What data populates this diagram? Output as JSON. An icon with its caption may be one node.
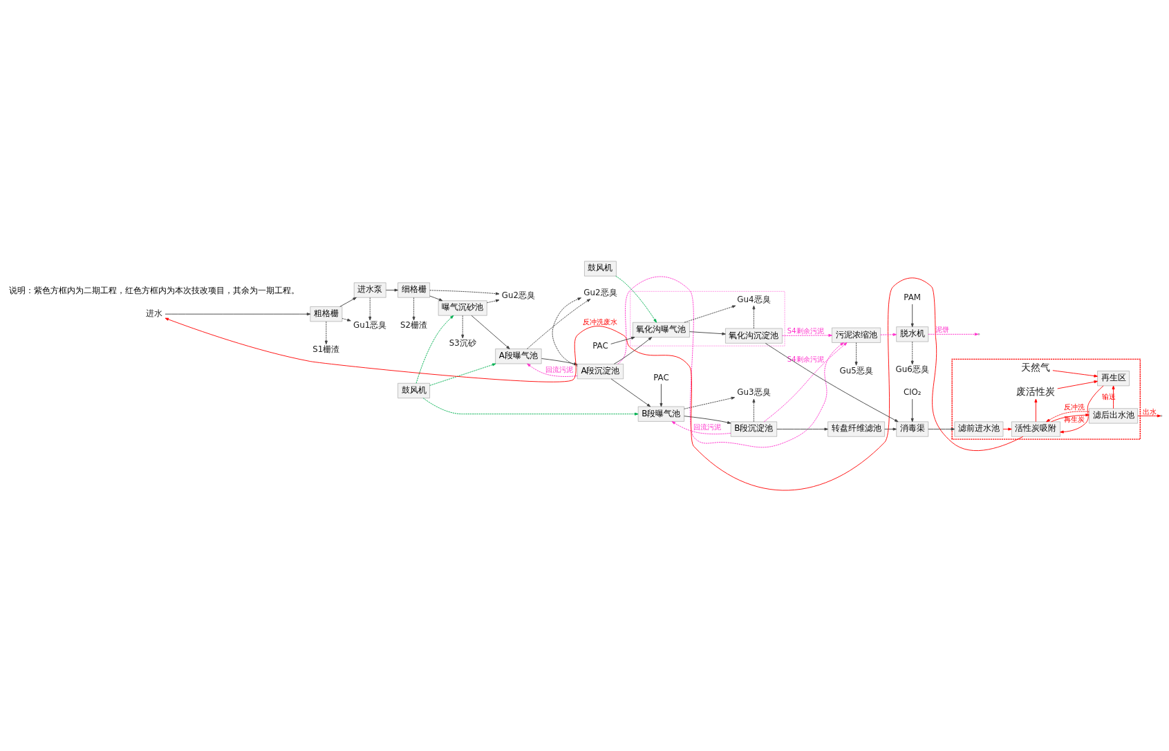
{
  "diagram": {
    "nodes": [
      {
        "text": [
          "进水"
        ]
      },
      {
        "text": [
          "粗格栅"
        ]
      },
      {
        "text": [
          "进水泵"
        ]
      },
      {
        "text": [
          "细格栅"
        ]
      },
      {
        "text": [
          "曝气沉砂池"
        ]
      },
      {
        "text": [
          "A段曝气池"
        ]
      },
      {
        "text": [
          "A段沉淀池"
        ]
      },
      {
        "text": [
          "B段曝气池"
        ]
      },
      {
        "text": [
          "B段沉淀池"
        ]
      },
      {
        "text": [
          "转盘纤维滤池"
        ]
      },
      {
        "text": [
          "消毒渠"
        ]
      },
      {
        "text": [
          "S1栅渣"
        ]
      },
      {
        "text": [
          "Gu1恶臭"
        ]
      },
      {
        "text": [
          "S2栅渣"
        ]
      },
      {
        "text": [
          "Gu2恶臭"
        ]
      },
      {
        "text": [
          "S3沉砂"
        ]
      },
      {
        "text": [
          "Gu2恶臭"
        ]
      },
      {
        "text": [
          "鼓风机"
        ]
      },
      {
        "text": [
          "PAC"
        ]
      },
      {
        "text": [
          "Gu3恶臭"
        ]
      },
      {
        "text": [
          "ClO₂"
        ]
      },
      {
        "text": [],
        "shape": "box"
      },
      {
        "text": [
          "天然气"
        ],
        "in": 21
      },
      {
        "text": [
          "再生区"
        ],
        "in": 21
      },
      {
        "text": [
          "废活性炭"
        ],
        "in": 21
      },
      {
        "text": [
          "滤前进水池"
        ],
        "in": 21
      },
      {
        "text": [
          "活性炭吸附"
        ],
        "in": 21
      },
      {
        "text": [
          "滤后出水池"
        ],
        "in": 21
      },
      {
        "text": [
          "Gu5恶臭"
        ]
      },
      {
        "text": [
          "污泥浓缩池"
        ]
      },
      {
        "text": [
          "PAM"
        ]
      },
      {
        "text": [
          "Gu6恶臭"
        ]
      },
      {
        "text": [
          "脱水机"
        ]
      },
      {
        "text": [],
        "shape": "box"
      },
      {
        "text": [
          "Gu4恶臭"
        ],
        "in": 33
      },
      {
        "text": [
          "氧化沟曝气池"
        ],
        "in": 33
      },
      {
        "text": [
          "氧化沟沉淀池"
        ],
        "in": 33
      },
      {
        "text": [
          "鼓风机"
        ]
      },
      {
        "text": [
          "PAC"
        ]
      }
    ],
    "edges": [
      {
        "from": 0,
        "to": 1,
        "arrow": "to"
      },
      {
        "from": 1,
        "to": 2,
        "arrow": "to"
      },
      {
        "from": 2,
        "to": 3,
        "arrow": "to"
      },
      {
        "from": 3,
        "to": 4,
        "arrow": "to"
      },
      {
        "from": 4,
        "to": 5,
        "arrow": "to"
      },
      {
        "from": 5,
        "to": 6,
        "arrow": "to"
      },
      {
        "from": 6,
        "to": 7,
        "arrow": "to"
      },
      {
        "from": 6,
        "to": 35,
        "arrow": "to"
      },
      {
        "from": 7,
        "to": 8,
        "arrow": "to"
      },
      {
        "from": 8,
        "to": 9,
        "arrow": "to"
      },
      {
        "from": 9,
        "to": 10,
        "arrow": "to"
      },
      {
        "from": 36,
        "to": 10,
        "arrow": "to"
      },
      {
        "from": 10,
        "to": 25,
        "arrow": "to"
      },
      {
        "from": 25,
        "to": 26,
        "arrow": "to",
        "color": "#ff0000"
      },
      {
        "from": 26,
        "to": 27,
        "arrow": "to",
        "color": "#ff0000"
      },
      {
        "from": 27,
        "to": null,
        "label": "出水",
        "arrow": "to",
        "color": "#ff0000"
      },
      {
        "from": 27,
        "to": 23,
        "label": "输送",
        "arrow": "to",
        "color": "#ff0000"
      },
      {
        "from": 23,
        "to": 26,
        "label": "再生炭",
        "arrow": "to",
        "color": "#ff0000"
      },
      {
        "from": 26,
        "to": 24,
        "arrow": "to",
        "color": "#ff0000"
      },
      {
        "from": 24,
        "to": 23,
        "arrow": "to",
        "color": "#ff0000"
      },
      {
        "from": 22,
        "to": 23,
        "arrow": "to",
        "color": "#ff0000"
      },
      {
        "from": 27,
        "to": 26,
        "label": "反冲洗",
        "arrow": "to",
        "style": "dashed",
        "color": "#ff0000"
      },
      {
        "from": 26,
        "to": 0,
        "label": "反冲洗废水",
        "arrow": "to",
        "color": "#ff0000"
      },
      {
        "from": 1,
        "to": 11,
        "arrow": "to",
        "style": "dashed"
      },
      {
        "from": 1,
        "to": 12,
        "arrow": "to",
        "style": "dashed"
      },
      {
        "from": 2,
        "to": 12,
        "arrow": "to",
        "style": "dashed"
      },
      {
        "from": 3,
        "to": 13,
        "arrow": "to",
        "style": "dashed"
      },
      {
        "from": 3,
        "to": 14,
        "arrow": "to",
        "style": "dashed"
      },
      {
        "from": 4,
        "to": 14,
        "arrow": "to",
        "style": "dashed"
      },
      {
        "from": 4,
        "to": 15,
        "arrow": "to",
        "style": "dashed"
      },
      {
        "from": 5,
        "to": 16,
        "arrow": "to",
        "style": "dashed"
      },
      {
        "from": 6,
        "to": 16,
        "arrow": "to",
        "style": "dashed"
      },
      {
        "from": 7,
        "to": 19,
        "arrow": "to",
        "style": "dashed"
      },
      {
        "from": 8,
        "to": 19,
        "arrow": "to",
        "style": "dashed"
      },
      {
        "from": 18,
        "to": 7,
        "arrow": "to"
      },
      {
        "from": 20,
        "to": 10,
        "arrow": "to"
      },
      {
        "from": 17,
        "to": 4,
        "arrow": "to",
        "style": "dashed",
        "color": "#00b050"
      },
      {
        "from": 17,
        "to": 5,
        "arrow": "to",
        "style": "dashed",
        "color": "#00b050"
      },
      {
        "from": 17,
        "to": 7,
        "arrow": "to",
        "style": "dashed",
        "color": "#00b050"
      },
      {
        "from": 6,
        "to": 5,
        "label": "回流污泥",
        "arrow": "to",
        "style": "dashed",
        "color": "#ff33cc"
      },
      {
        "from": 8,
        "to": 7,
        "label": "回流污泥",
        "arrow": "to",
        "style": "dashed",
        "color": "#ff33cc"
      },
      {
        "from": 6,
        "to": 29,
        "arrow": "to",
        "style": "dashed",
        "color": "#ff33cc"
      },
      {
        "from": 8,
        "to": 29,
        "label": "S4剩余污泥",
        "arrow": "to",
        "style": "dashed",
        "color": "#ff33cc"
      },
      {
        "from": 36,
        "to": 29,
        "label": "S4剩余污泥",
        "arrow": "to",
        "style": "dashed",
        "color": "#ff33cc"
      },
      {
        "from": 29,
        "to": 32,
        "arrow": "to",
        "style": "dashed",
        "color": "#ff33cc"
      },
      {
        "from": 32,
        "to": null,
        "label": "泥饼",
        "arrow": "to",
        "style": "dashed",
        "color": "#ff33cc"
      },
      {
        "from": 29,
        "to": 28,
        "arrow": "to",
        "style": "dashed"
      },
      {
        "from": 32,
        "to": 31,
        "arrow": "to",
        "style": "dashed"
      },
      {
        "from": 30,
        "to": 32,
        "arrow": "to"
      },
      {
        "from": 35,
        "to": 34,
        "arrow": "to",
        "style": "dashed"
      },
      {
        "from": 36,
        "to": 34,
        "arrow": "to",
        "style": "dashed"
      },
      {
        "from": 35,
        "to": 36,
        "arrow": "to"
      },
      {
        "from": 37,
        "to": 35,
        "arrow": "to",
        "style": "dashed",
        "color": "#00b050"
      },
      {
        "from": 38,
        "to": 35,
        "arrow": "to"
      }
    ],
    "labels": [
      "说明：紫色方框内为二期工程，红色方框内为本次技改项目，其余为一期工程。"
    ]
  }
}
